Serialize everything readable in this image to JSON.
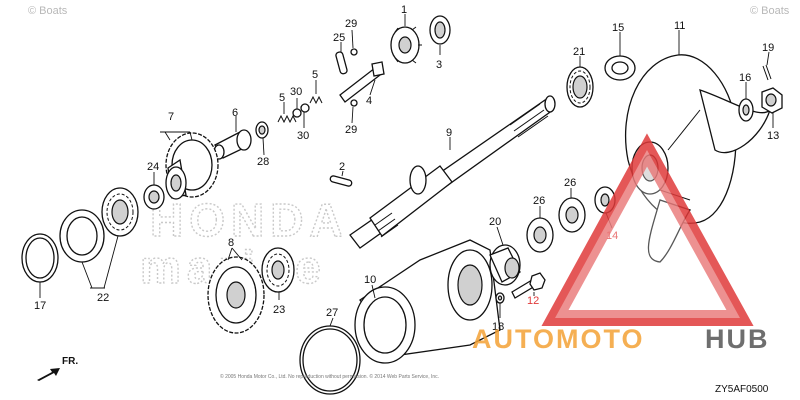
{
  "diagram": {
    "code": "ZY5AF0500",
    "copyright": "© 2005 Honda Motor Co., Ltd. No reproduction without permission. © 2014 Web Parts Service, Inc.",
    "watermark_corner": "© Boats",
    "watermark_center_1": "HONDA",
    "watermark_center_2": "marine",
    "direction_label": "FR.",
    "callouts": {
      "c1": "1",
      "c2": "2",
      "c3": "3",
      "c4": "4",
      "c5a": "5",
      "c5b": "5",
      "c6": "6",
      "c7": "7",
      "c8": "8",
      "c9": "9",
      "c10": "10",
      "c11": "11",
      "c12": "12",
      "c13": "13",
      "c14": "14",
      "c15": "15",
      "c16": "16",
      "c17": "17",
      "c18": "18",
      "c19": "19",
      "c20": "20",
      "c21": "21",
      "c22": "22",
      "c23": "23",
      "c24": "24",
      "c25": "25",
      "c26a": "26",
      "c26b": "26",
      "c27": "27",
      "c28": "28",
      "c29a": "29",
      "c29b": "29",
      "c30a": "30",
      "c30b": "30"
    }
  },
  "logo": {
    "brand_part1": "AUTOMOTO",
    "brand_part2": "HUB",
    "color_orange": "#f4a236",
    "color_dark": "#555555",
    "color_red": "#e03a3a"
  }
}
